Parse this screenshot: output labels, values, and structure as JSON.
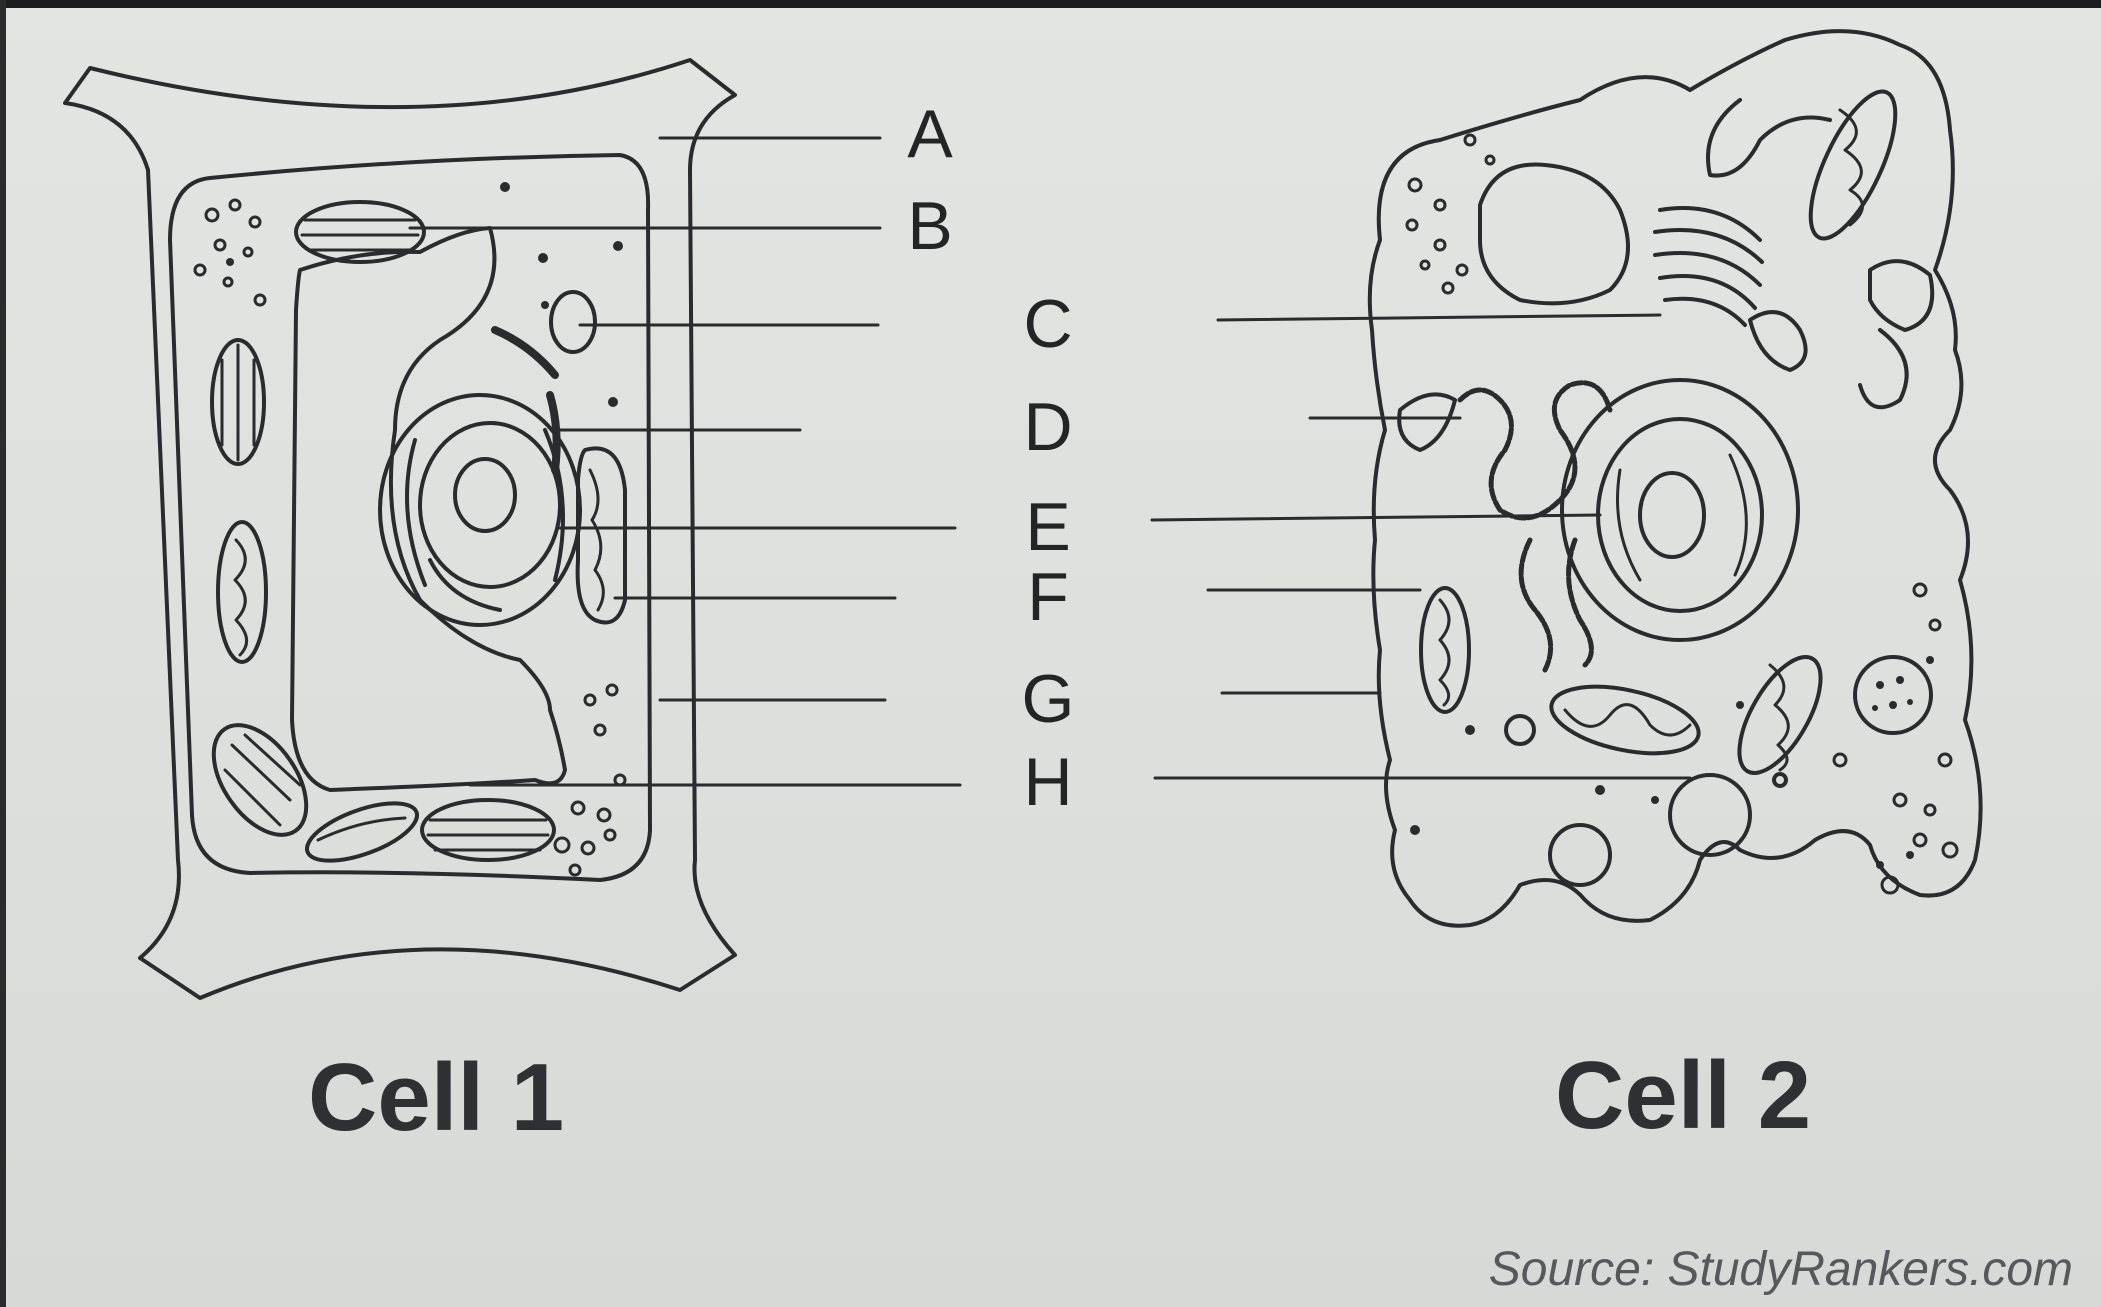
{
  "labels": [
    "A",
    "B",
    "C",
    "D",
    "E",
    "F",
    "G",
    "H"
  ],
  "captions": {
    "cell1": "Cell 1",
    "cell2": "Cell 2"
  },
  "source": "Source: StudyRankers.com",
  "colors": {
    "background": "#dcdfdb",
    "ink": "#2a2b2e",
    "text": "#222426"
  }
}
